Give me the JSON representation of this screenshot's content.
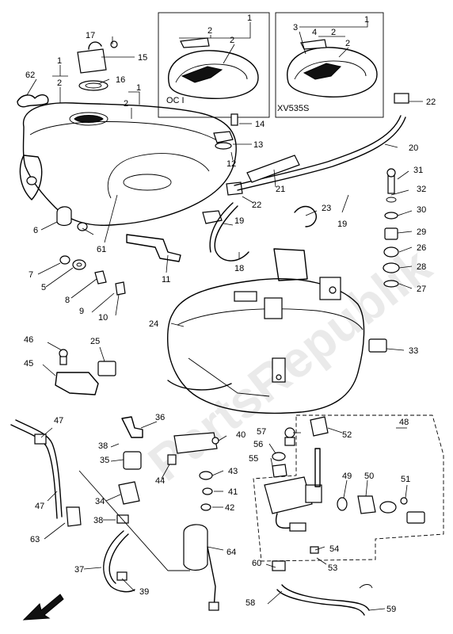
{
  "variants": {
    "oc1": {
      "label": "OC I"
    },
    "xv535s": {
      "label": "XV535S"
    }
  },
  "callouts": {
    "n1": "1",
    "n2": "2",
    "n3": "3",
    "n4": "4",
    "n5": "5",
    "n6": "6",
    "n7": "7",
    "n8": "8",
    "n9": "9",
    "n10": "10",
    "n11": "11",
    "n12": "12",
    "n13": "13",
    "n14": "14",
    "n15": "15",
    "n16": "16",
    "n17": "17",
    "n18": "18",
    "n19": "19",
    "n20": "20",
    "n21": "21",
    "n22": "22",
    "n23": "23",
    "n24": "24",
    "n25": "25",
    "n26": "26",
    "n27": "27",
    "n28": "28",
    "n29": "29",
    "n30": "30",
    "n31": "31",
    "n32": "32",
    "n33": "33",
    "n34": "34",
    "n35": "35",
    "n36": "36",
    "n37": "37",
    "n38": "38",
    "n39": "39",
    "n40": "40",
    "n41": "41",
    "n42": "42",
    "n43": "43",
    "n44": "44",
    "n45": "45",
    "n46": "46",
    "n47": "47",
    "n48": "48",
    "n49": "49",
    "n50": "50",
    "n51": "51",
    "n52": "52",
    "n53": "53",
    "n54": "54",
    "n55": "55",
    "n56": "56",
    "n57": "57",
    "n58": "58",
    "n59": "59",
    "n60": "60",
    "n61": "61",
    "n62": "62",
    "n63": "63",
    "n64": "64"
  },
  "watermark": {
    "text": "PartsRepublik"
  },
  "colors": {
    "ink": "#000000",
    "paper": "#ffffff"
  },
  "icons": {
    "direction": "arrow-front-icon"
  }
}
